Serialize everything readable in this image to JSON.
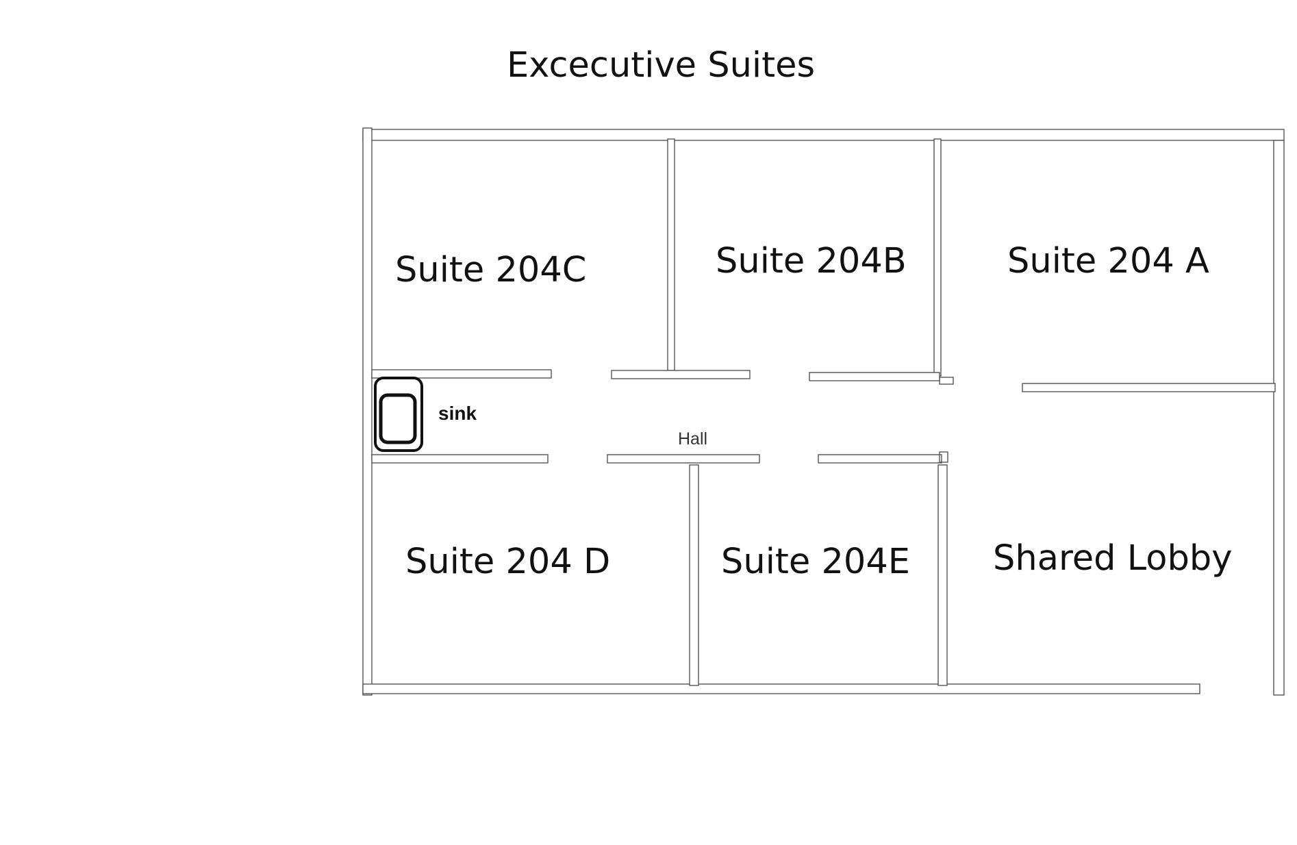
{
  "title": "Excecutive Suites",
  "rooms": {
    "suite_204c": "Suite 204C",
    "suite_204b": "Suite 204B",
    "suite_204a": "Suite 204 A",
    "suite_204d": "Suite 204 D",
    "suite_204e": "Suite 204E",
    "shared_lobby": "Shared Lobby"
  },
  "labels": {
    "hall": "Hall",
    "sink": "sink"
  },
  "colors": {
    "wall": "#555555",
    "text": "#111111",
    "background": "#ffffff"
  }
}
